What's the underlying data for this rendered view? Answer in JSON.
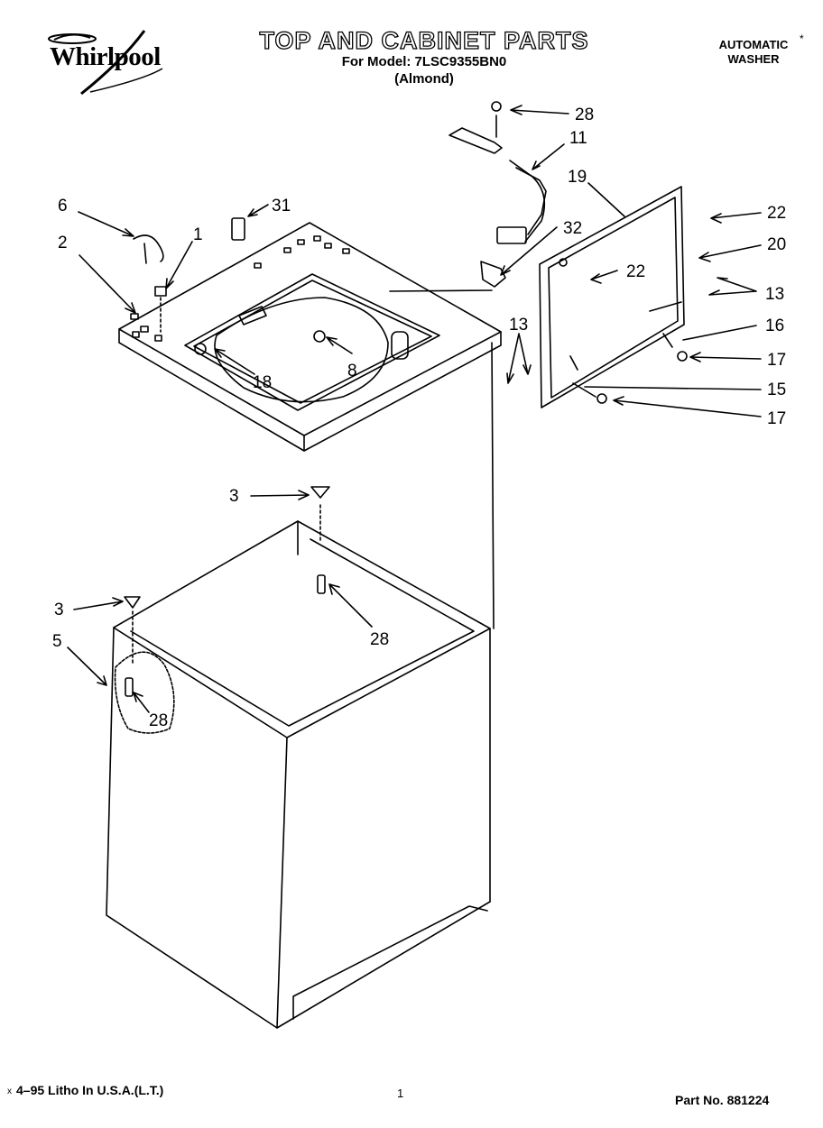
{
  "brand": {
    "logo_text": "Whirlpool"
  },
  "header": {
    "title": "TOP AND CABINET PARTS",
    "model_line": "For Model: 7LSC9355BN0",
    "color_line": "(Almond)",
    "product_line1": "AUTOMATIC",
    "product_line2": "WASHER"
  },
  "callouts": {
    "c28_top": "28",
    "c11": "11",
    "c19": "19",
    "c22_right": "22",
    "c20": "20",
    "c22_inner": "22",
    "c13_right": "13",
    "c16": "16",
    "c17_top": "17",
    "c15": "15",
    "c17_bottom": "17",
    "c13_left": "13",
    "c32": "32",
    "c31": "31",
    "c6": "6",
    "c1": "1",
    "c2": "2",
    "c18": "18",
    "c8": "8",
    "c3_upper": "3",
    "c28_middle": "28",
    "c3_lower": "3",
    "c5": "5",
    "c28_lower": "28"
  },
  "footer": {
    "print_line": "4–95 Litho In U.S.A.(L.T.)",
    "page_number": "1",
    "part_number": "Part No. 881224"
  }
}
